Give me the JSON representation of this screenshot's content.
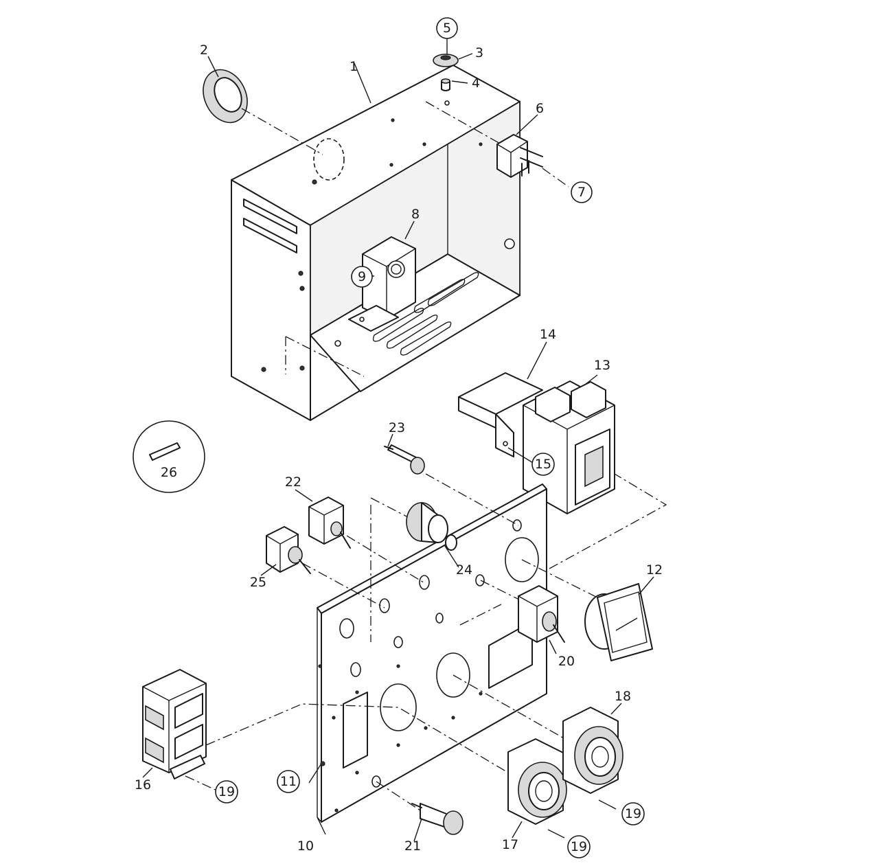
{
  "labels": {
    "l1": "1",
    "l2": "2",
    "l3": "3",
    "l4": "4",
    "l5": "5",
    "l6": "6",
    "l7": "7",
    "l8": "8",
    "l9": "9",
    "l10": "10",
    "l11": "11",
    "l12": "12",
    "l13": "13",
    "l14": "14",
    "l15": "15",
    "l16": "16",
    "l17": "17",
    "l18": "18",
    "l19a": "19",
    "l19b": "19",
    "l19c": "19",
    "l20": "20",
    "l21": "21",
    "l22": "22",
    "l23": "23",
    "l24": "24",
    "l25": "25",
    "l26": "26"
  }
}
